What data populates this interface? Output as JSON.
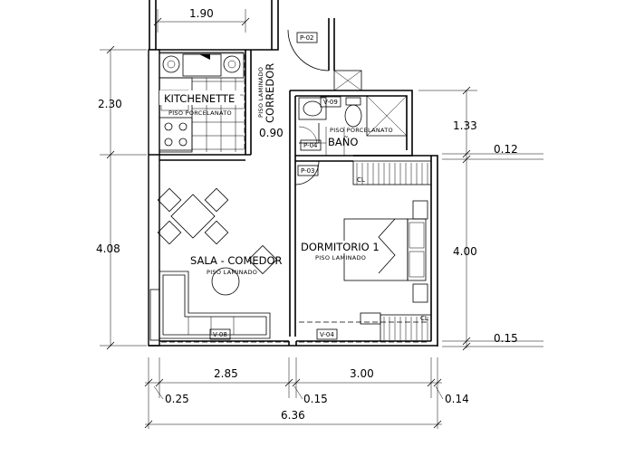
{
  "rooms": {
    "kitchenette": "KITCHENETTE",
    "kitchenette_floor": "PISO PORCELANATO",
    "corredor": "CORREDOR",
    "corredor_floor": "PISO LAMINADO",
    "bano": "BAÑO",
    "bano_floor": "PISO PORCELANATO",
    "sala": "SALA - COMEDOR",
    "sala_floor": "PISO LAMINADO",
    "dormitorio": "DORMITORIO 1",
    "dormitorio_floor": "PISO LAMINADO"
  },
  "tags": {
    "p02": "P-02",
    "p03": "P-03",
    "p04": "P-04",
    "v09": "V-09",
    "v08": "V-08",
    "v04": "V-04",
    "cl1": "CL",
    "cl2": "CL"
  },
  "dimensions": {
    "top": "1.90",
    "left_upper": "2.30",
    "left_lower": "4.08",
    "corridor": "0.90",
    "right_upper": "1.33",
    "right_wall1": "0.12",
    "right_main": "4.00",
    "right_wall2": "0.15",
    "bottom_left": "2.85",
    "bottom_right": "3.00",
    "bottom_wall1": "0.25",
    "bottom_wall2": "0.15",
    "bottom_wall3": "0.14",
    "total": "6.36"
  }
}
